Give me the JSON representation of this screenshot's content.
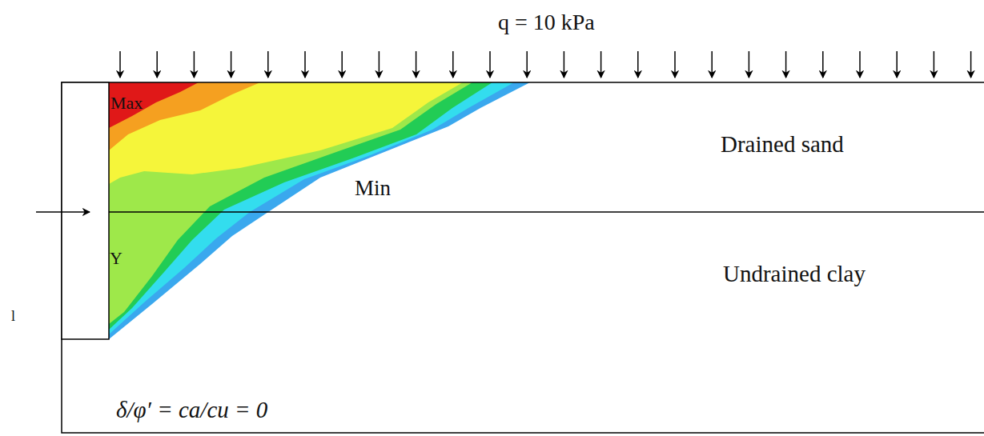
{
  "diagram": {
    "labels": [
      "q = 10 kPa",
      "Max",
      "Drained sand",
      "Min",
      "Y",
      "Undrained clay",
      "δ/φ′ = ca/cu = 0",
      "l"
    ]
  }
}
